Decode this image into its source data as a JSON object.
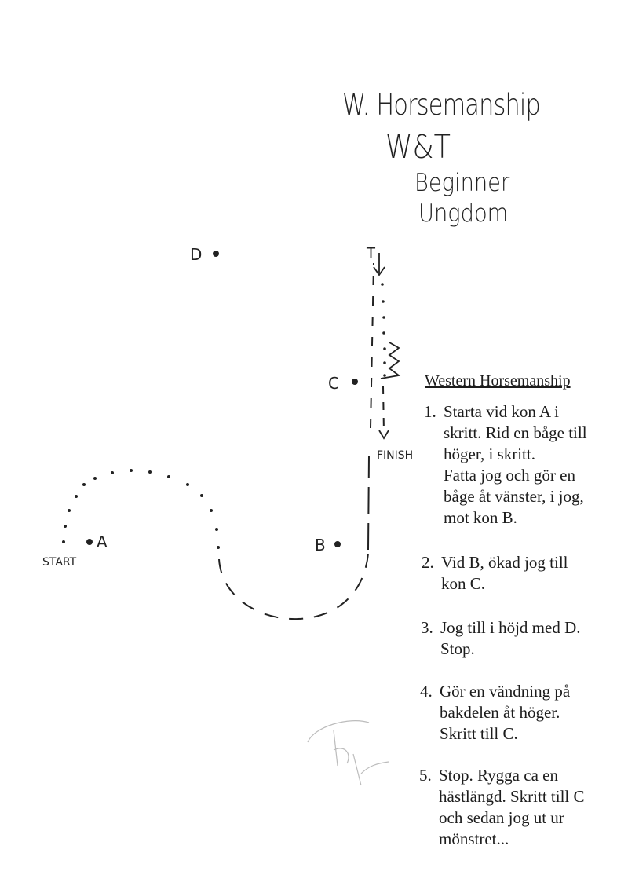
{
  "header": {
    "line1": "W. Horsemanship",
    "line2": "W&T",
    "line3": "Beginner",
    "line4": "Ungdom"
  },
  "diagram": {
    "markers": {
      "a": "A",
      "b": "B",
      "c": "C",
      "d": "D"
    },
    "start_label": "START",
    "finish_label": "FINISH",
    "turn_label": "T"
  },
  "instructions": {
    "heading": "Western Horsemanship",
    "steps": [
      {
        "num": "1.",
        "text": "Starta vid kon A i\nskritt. Rid en båge till\nhöger, i skritt.\nFatta jog och gör en\nbåge åt vänster, i jog,\nmot kon B."
      },
      {
        "num": "2.",
        "text": "Vid B, ökad jog till\nkon C."
      },
      {
        "num": "3.",
        "text": "Jog till i höjd med D.\nStop."
      },
      {
        "num": "4.",
        "text": "Gör en vändning på\nbakdelen åt höger.\nSkritt till C."
      },
      {
        "num": "5.",
        "text": "Stop. Rygga ca en\nhästlängd. Skritt till C\noch sedan jog ut ur\nmönstret..."
      }
    ]
  },
  "signature": "Py"
}
